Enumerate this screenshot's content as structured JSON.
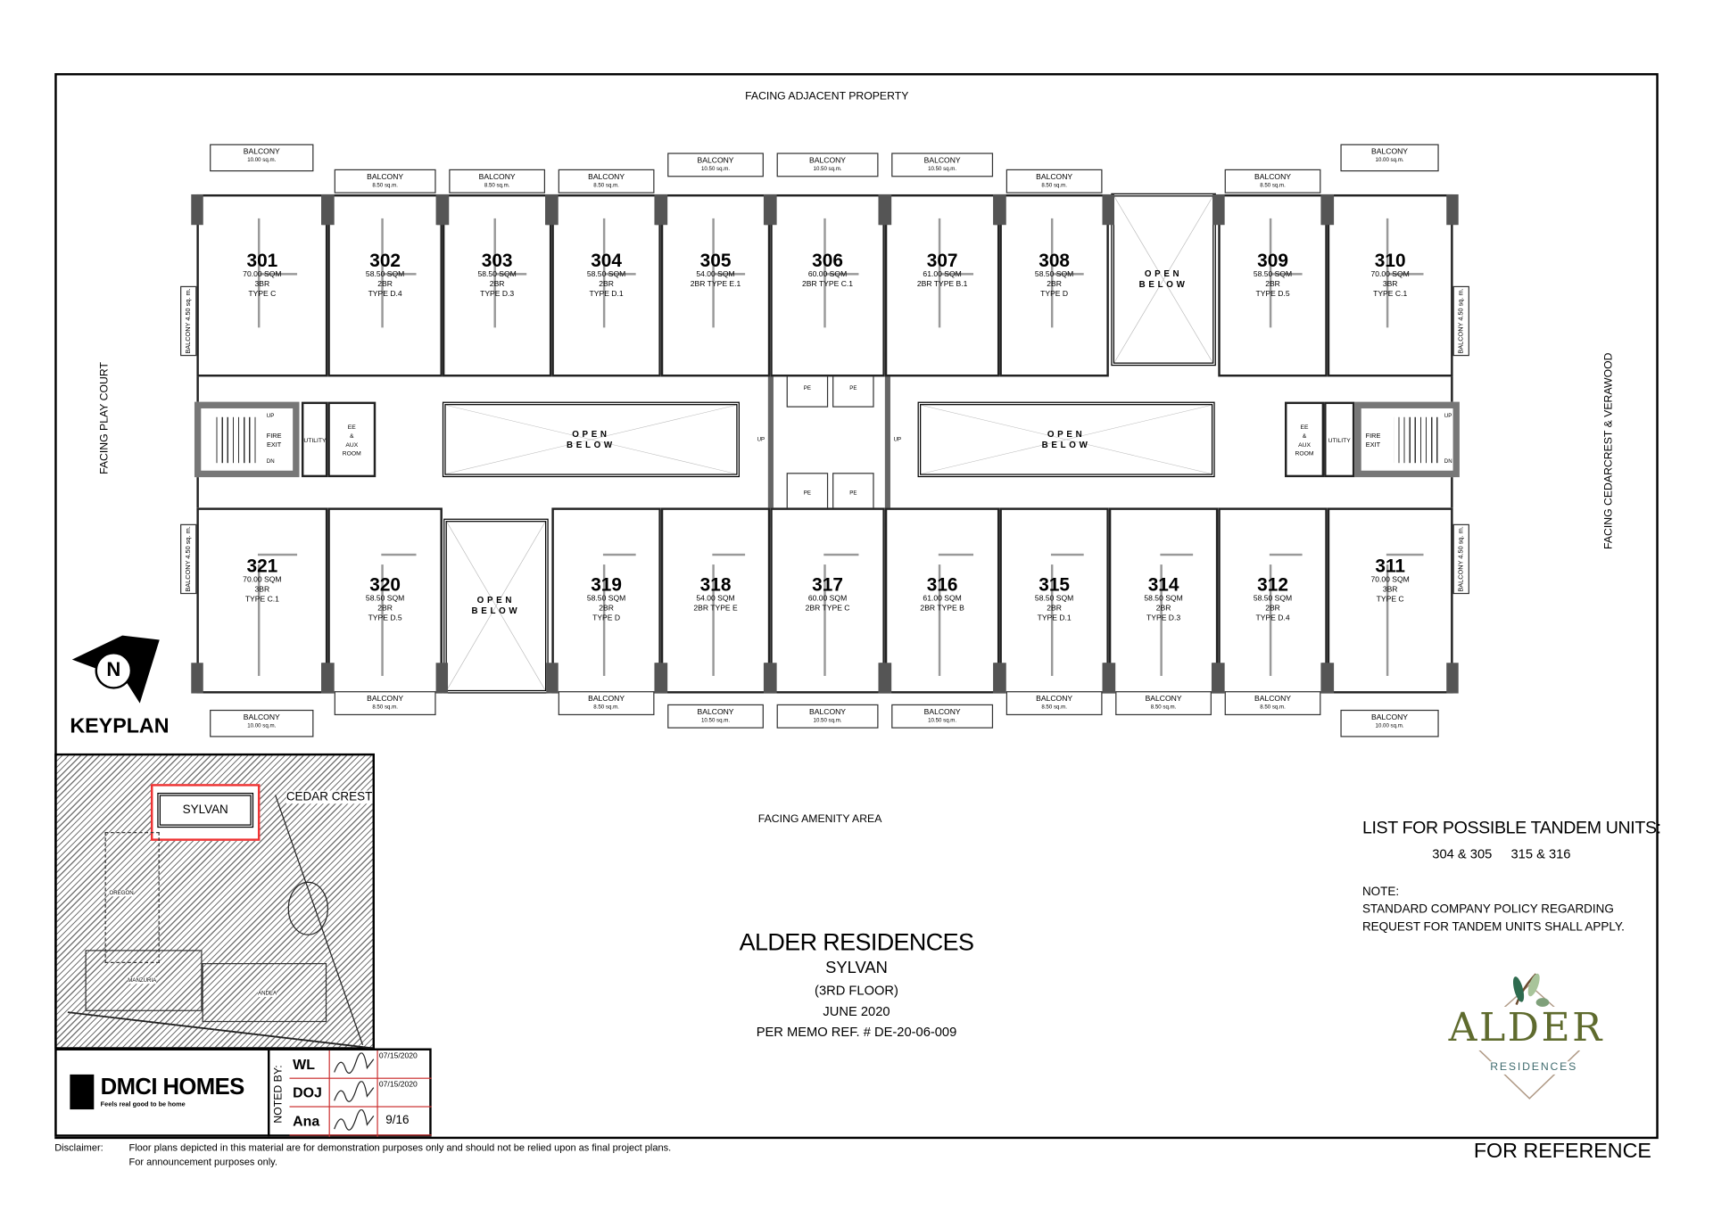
{
  "facing": {
    "top": "FACING ADJACENT PROPERTY",
    "bottom": "FACING AMENITY AREA",
    "left": "FACING PLAY COURT",
    "right": "FACING CEDARCREST & VERAWOOD"
  },
  "units_top": [
    {
      "no": "301",
      "lines": [
        "70.00 SQM",
        "3BR",
        "TYPE C"
      ],
      "balcony": "BALCONY",
      "balcony_area": "10.00 sq.m.",
      "side_balcony": "BALCONY 4.50 sq. m."
    },
    {
      "no": "302",
      "lines": [
        "58.50 SQM",
        "2BR",
        "TYPE D.4"
      ],
      "balcony": "BALCONY",
      "balcony_area": "8.50 sq.m."
    },
    {
      "no": "303",
      "lines": [
        "58.50 SQM",
        "2BR",
        "TYPE D.3"
      ],
      "balcony": "BALCONY",
      "balcony_area": "8.50 sq.m."
    },
    {
      "no": "304",
      "lines": [
        "58.50 SQM",
        "2BR",
        "TYPE D.1"
      ],
      "balcony": "BALCONY",
      "balcony_area": "8.50 sq.m."
    },
    {
      "no": "305",
      "lines": [
        "54.00 SQM",
        "2BR TYPE E.1"
      ],
      "balcony": "BALCONY",
      "balcony_area": "10.50 sq.m."
    },
    {
      "no": "306",
      "lines": [
        "60.00 SQM",
        "2BR TYPE C.1"
      ],
      "balcony": "BALCONY",
      "balcony_area": "10.50 sq.m."
    },
    {
      "no": "307",
      "lines": [
        "61.00 SQM",
        "2BR TYPE B.1"
      ],
      "balcony": "BALCONY",
      "balcony_area": "10.50 sq.m."
    },
    {
      "no": "308",
      "lines": [
        "58.50 SQM",
        "2BR",
        "TYPE D"
      ],
      "balcony": "BALCONY",
      "balcony_area": "8.50 sq.m."
    },
    {
      "no": "309",
      "lines": [
        "58.50 SQM",
        "2BR",
        "TYPE D.5"
      ],
      "balcony": "BALCONY",
      "balcony_area": "8.50 sq.m."
    },
    {
      "no": "310",
      "lines": [
        "70.00 SQM",
        "3BR",
        "TYPE C.1"
      ],
      "balcony": "BALCONY",
      "balcony_area": "10.00 sq.m.",
      "side_balcony": "BALCONY 4.50 sq. m."
    }
  ],
  "units_bottom": [
    {
      "no": "321",
      "lines": [
        "70.00 SQM",
        "3BR",
        "TYPE C.1"
      ],
      "balcony": "BALCONY",
      "balcony_area": "10.00 sq.m.",
      "side_balcony": "BALCONY 4.50 sq. m."
    },
    {
      "no": "320",
      "lines": [
        "58.50 SQM",
        "2BR",
        "TYPE D.5"
      ],
      "balcony": "BALCONY",
      "balcony_area": "8.50 sq.m."
    },
    {
      "no": "319",
      "lines": [
        "58.50 SQM",
        "2BR",
        "TYPE D"
      ],
      "balcony": "BALCONY",
      "balcony_area": "8.50 sq.m."
    },
    {
      "no": "318",
      "lines": [
        "54.00 SQM",
        "2BR TYPE E"
      ],
      "balcony": "BALCONY",
      "balcony_area": "10.50 sq.m."
    },
    {
      "no": "317",
      "lines": [
        "60.00 SQM",
        "2BR TYPE C"
      ],
      "balcony": "BALCONY",
      "balcony_area": "10.50 sq.m."
    },
    {
      "no": "316",
      "lines": [
        "61.00 SQM",
        "2BR TYPE B"
      ],
      "balcony": "BALCONY",
      "balcony_area": "10.50 sq.m."
    },
    {
      "no": "315",
      "lines": [
        "58.50 SQM",
        "2BR",
        "TYPE D.1"
      ],
      "balcony": "BALCONY",
      "balcony_area": "8.50 sq.m."
    },
    {
      "no": "314",
      "lines": [
        "58.50 SQM",
        "2BR",
        "TYPE D.3"
      ],
      "balcony": "BALCONY",
      "balcony_area": "8.50 sq.m."
    },
    {
      "no": "312",
      "lines": [
        "58.50 SQM",
        "2BR",
        "TYPE D.4"
      ],
      "balcony": "BALCONY",
      "balcony_area": "8.50 sq.m."
    },
    {
      "no": "311",
      "lines": [
        "70.00 SQM",
        "3BR",
        "TYPE C"
      ],
      "balcony": "BALCONY",
      "balcony_area": "10.00 sq.m.",
      "side_balcony": "BALCONY 4.50 sq. m."
    }
  ],
  "open_below": [
    "OPEN",
    "BELOW"
  ],
  "core": {
    "fire_exit": [
      "FIRE",
      "EXIT"
    ],
    "utility": "UTILITY",
    "ee_aux": [
      "EE",
      "&",
      "AUX",
      "ROOM"
    ],
    "up": "UP",
    "dn": "DN",
    "elevator": "PE"
  },
  "keyplan": {
    "label": "KEYPLAN",
    "north": "N",
    "buildings": [
      "SYLVAN",
      "CEDAR CREST",
      "OREGON",
      "MANZURIA",
      "ANDEA"
    ]
  },
  "title_block": {
    "company": "DMCI HOMES",
    "tagline": "Feels real good to be home",
    "noted_by": "NOTED BY:",
    "signatories": [
      {
        "initials": "WL",
        "date": "07/15/2020"
      },
      {
        "initials": "DOJ",
        "date": "07/15/2020"
      },
      {
        "initials": "Ana",
        "date": "9/16"
      }
    ]
  },
  "project": {
    "name": "ALDER RESIDENCES",
    "building": "SYLVAN",
    "floor": "(3RD FLOOR)",
    "date": "JUNE 2020",
    "memo": "PER MEMO REF. # DE-20-06-009"
  },
  "tandem": {
    "heading": "LIST FOR POSSIBLE TANDEM UNITS:",
    "pairs": [
      "304 & 305",
      "315 & 316"
    ],
    "note_label": "NOTE:",
    "note_lines": [
      "STANDARD COMPANY POLICY REGARDING",
      "REQUEST FOR TANDEM UNITS SHALL APPLY."
    ]
  },
  "logo": {
    "word": "ALDER",
    "sub": "RESIDENCES",
    "green": "#5f6b2e",
    "teal": "#3f6b6e",
    "leaf": "#7fa07a"
  },
  "disclaimer": {
    "label": "Disclaimer:",
    "lines": [
      "Floor plans depicted in this material are for demonstration purposes only and should not be relied upon as final project plans.",
      "For announcement purposes only."
    ]
  },
  "stamp": "FOR REFERENCE"
}
